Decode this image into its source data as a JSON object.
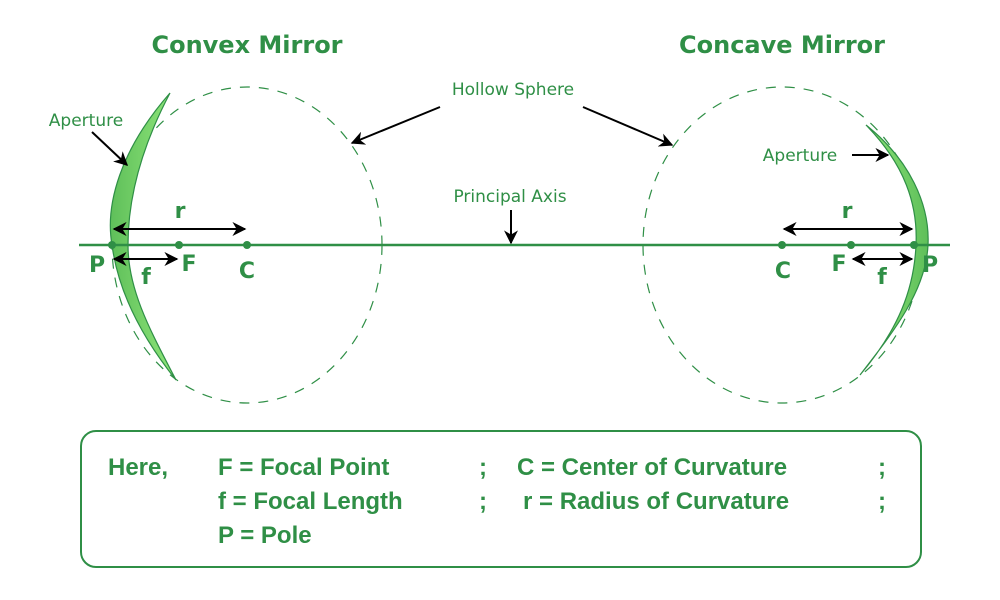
{
  "titles": {
    "convex": "Convex Mirror",
    "concave": "Concave Mirror"
  },
  "labels": {
    "hollow_sphere": "Hollow Sphere",
    "principal_axis": "Principal Axis",
    "aperture_left": "Aperture",
    "aperture_right": "Aperture"
  },
  "points": {
    "left": {
      "pole": "P",
      "focus": "F",
      "center": "C",
      "radius": "r",
      "focal_length": "f"
    },
    "right": {
      "pole": "P",
      "focus": "F",
      "center": "C",
      "radius": "r",
      "focal_length": "f"
    }
  },
  "legend": {
    "prefix": "Here,",
    "row1_left": "F = Focal Point",
    "row1_sep": ";",
    "row1_right": "C = Center of Curvature",
    "row1_end": ";",
    "row2_left": "f = Focal Length",
    "row2_sep": ";",
    "row2_right": "r = Radius of Curvature",
    "row2_end": ";",
    "row3_left": "P = Pole"
  },
  "colors": {
    "green_dark": "#2f8f46",
    "mirror_fill": "#7fd36a",
    "arrow": "#000000"
  }
}
